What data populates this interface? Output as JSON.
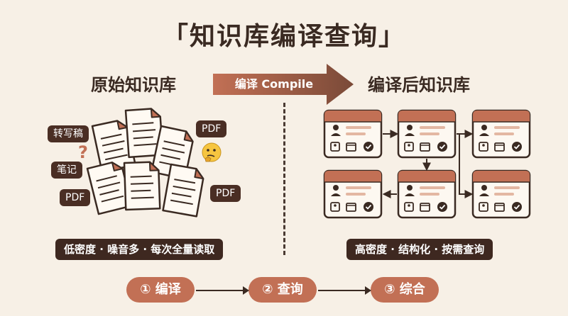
{
  "title": "「知识库编译查询」",
  "left": {
    "heading": "原始知识库",
    "tags": {
      "transcript": "转写稿",
      "notes": "笔记",
      "pdf_a": "PDF",
      "pdf_b": "PDF",
      "pdf_c": "PDF"
    },
    "question_mark": "?",
    "summary": "低密度 · 噪音多 · 每次全量读取"
  },
  "compile_arrow": {
    "label": "编译 Compile"
  },
  "right": {
    "heading": "编译后知识库",
    "summary": "高密度 · 结构化 · 按需查询"
  },
  "steps": [
    {
      "label": "① 编译"
    },
    {
      "label": "② 查询"
    },
    {
      "label": "③ 综合"
    }
  ],
  "colors": {
    "background": "#f7f0e6",
    "accent": "#c27055",
    "dark": "#3e2820",
    "card_header": "#c27055",
    "card_body": "#fdf8f1"
  },
  "icons": [
    "document-icon",
    "thinking-face-icon",
    "question-mark-icon",
    "person-icon",
    "calendar-icon",
    "check-icon"
  ]
}
